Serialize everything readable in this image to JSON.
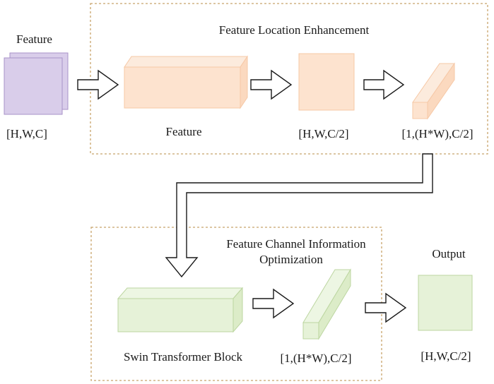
{
  "input": {
    "title": "Feature",
    "shape": "[H,W,C]"
  },
  "location_enhancement": {
    "title": "Feature Location Enhancement",
    "feature_label": "Feature",
    "half_channel_shape": "[H,W,C/2]",
    "flattened_shape": "[1,(H*W),C/2]"
  },
  "channel_optimization": {
    "title_line1": "Feature Channel Information",
    "title_line2": "Optimization",
    "block_label": "Swin Transformer Block",
    "flattened_shape": "[1,(H*W),C/2]"
  },
  "output": {
    "title": "Output",
    "shape": "[H,W,C/2]"
  },
  "colors": {
    "input_fill": "#d9cdea",
    "input_stroke": "#a892c8",
    "orange_fill": "#fde3cf",
    "orange_stroke": "#f6c8a6",
    "green_fill": "#e6f2d8",
    "green_stroke": "#bcd6a0",
    "dashed_border": "#c8a36a"
  }
}
